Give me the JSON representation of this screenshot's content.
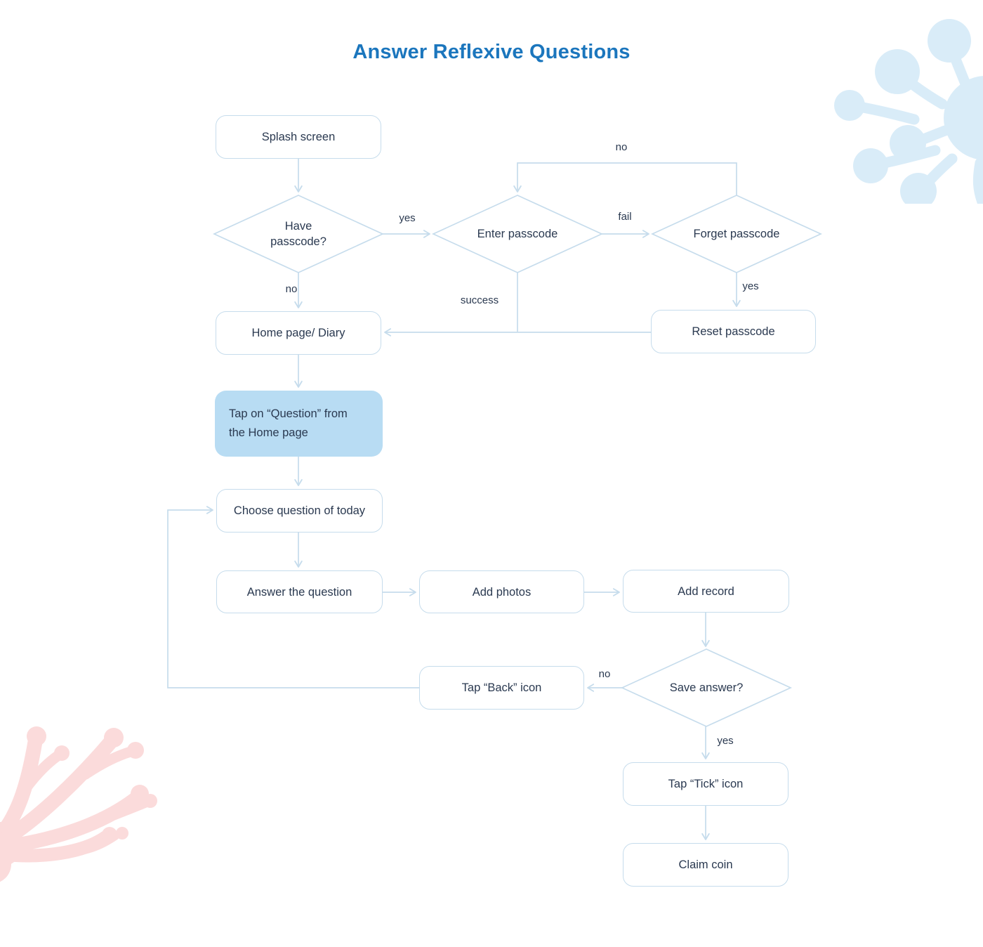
{
  "title": "Answer Reflexive Questions",
  "nodes": {
    "splash": {
      "label": "Splash screen"
    },
    "have_passcode": {
      "label": "Have passcode?"
    },
    "enter_passcode": {
      "label": "Enter passcode"
    },
    "forget_passcode": {
      "label": "Forget passcode"
    },
    "home_page": {
      "label": "Home page/ Diary"
    },
    "reset_passcode": {
      "label": "Reset passcode"
    },
    "tap_question": {
      "label": "Tap on “Question” from\nthe Home page"
    },
    "choose_question": {
      "label": "Choose question of today"
    },
    "answer_question": {
      "label": "Answer the question"
    },
    "add_photos": {
      "label": "Add photos"
    },
    "add_record": {
      "label": "Add record"
    },
    "save_answer": {
      "label": "Save answer?"
    },
    "tap_back": {
      "label": "Tap “Back” icon"
    },
    "tap_tick": {
      "label": "Tap “Tick” icon"
    },
    "claim_coin": {
      "label": "Claim coin"
    }
  },
  "edge_labels": {
    "have_yes": "yes",
    "have_no": "no",
    "enter_fail": "fail",
    "enter_success": "success",
    "forget_no": "no",
    "forget_yes": "yes",
    "save_no": "no",
    "save_yes": "yes"
  },
  "colors": {
    "background": "#ffffff",
    "title": "#1b76bd",
    "line": "#c6dcec",
    "node_border": "#c6dcec",
    "node_text": "#2a3950",
    "highlight_fill": "#b8dcf3",
    "deco_blue": "#d9ecf8",
    "deco_pink": "#fbdbdb"
  }
}
